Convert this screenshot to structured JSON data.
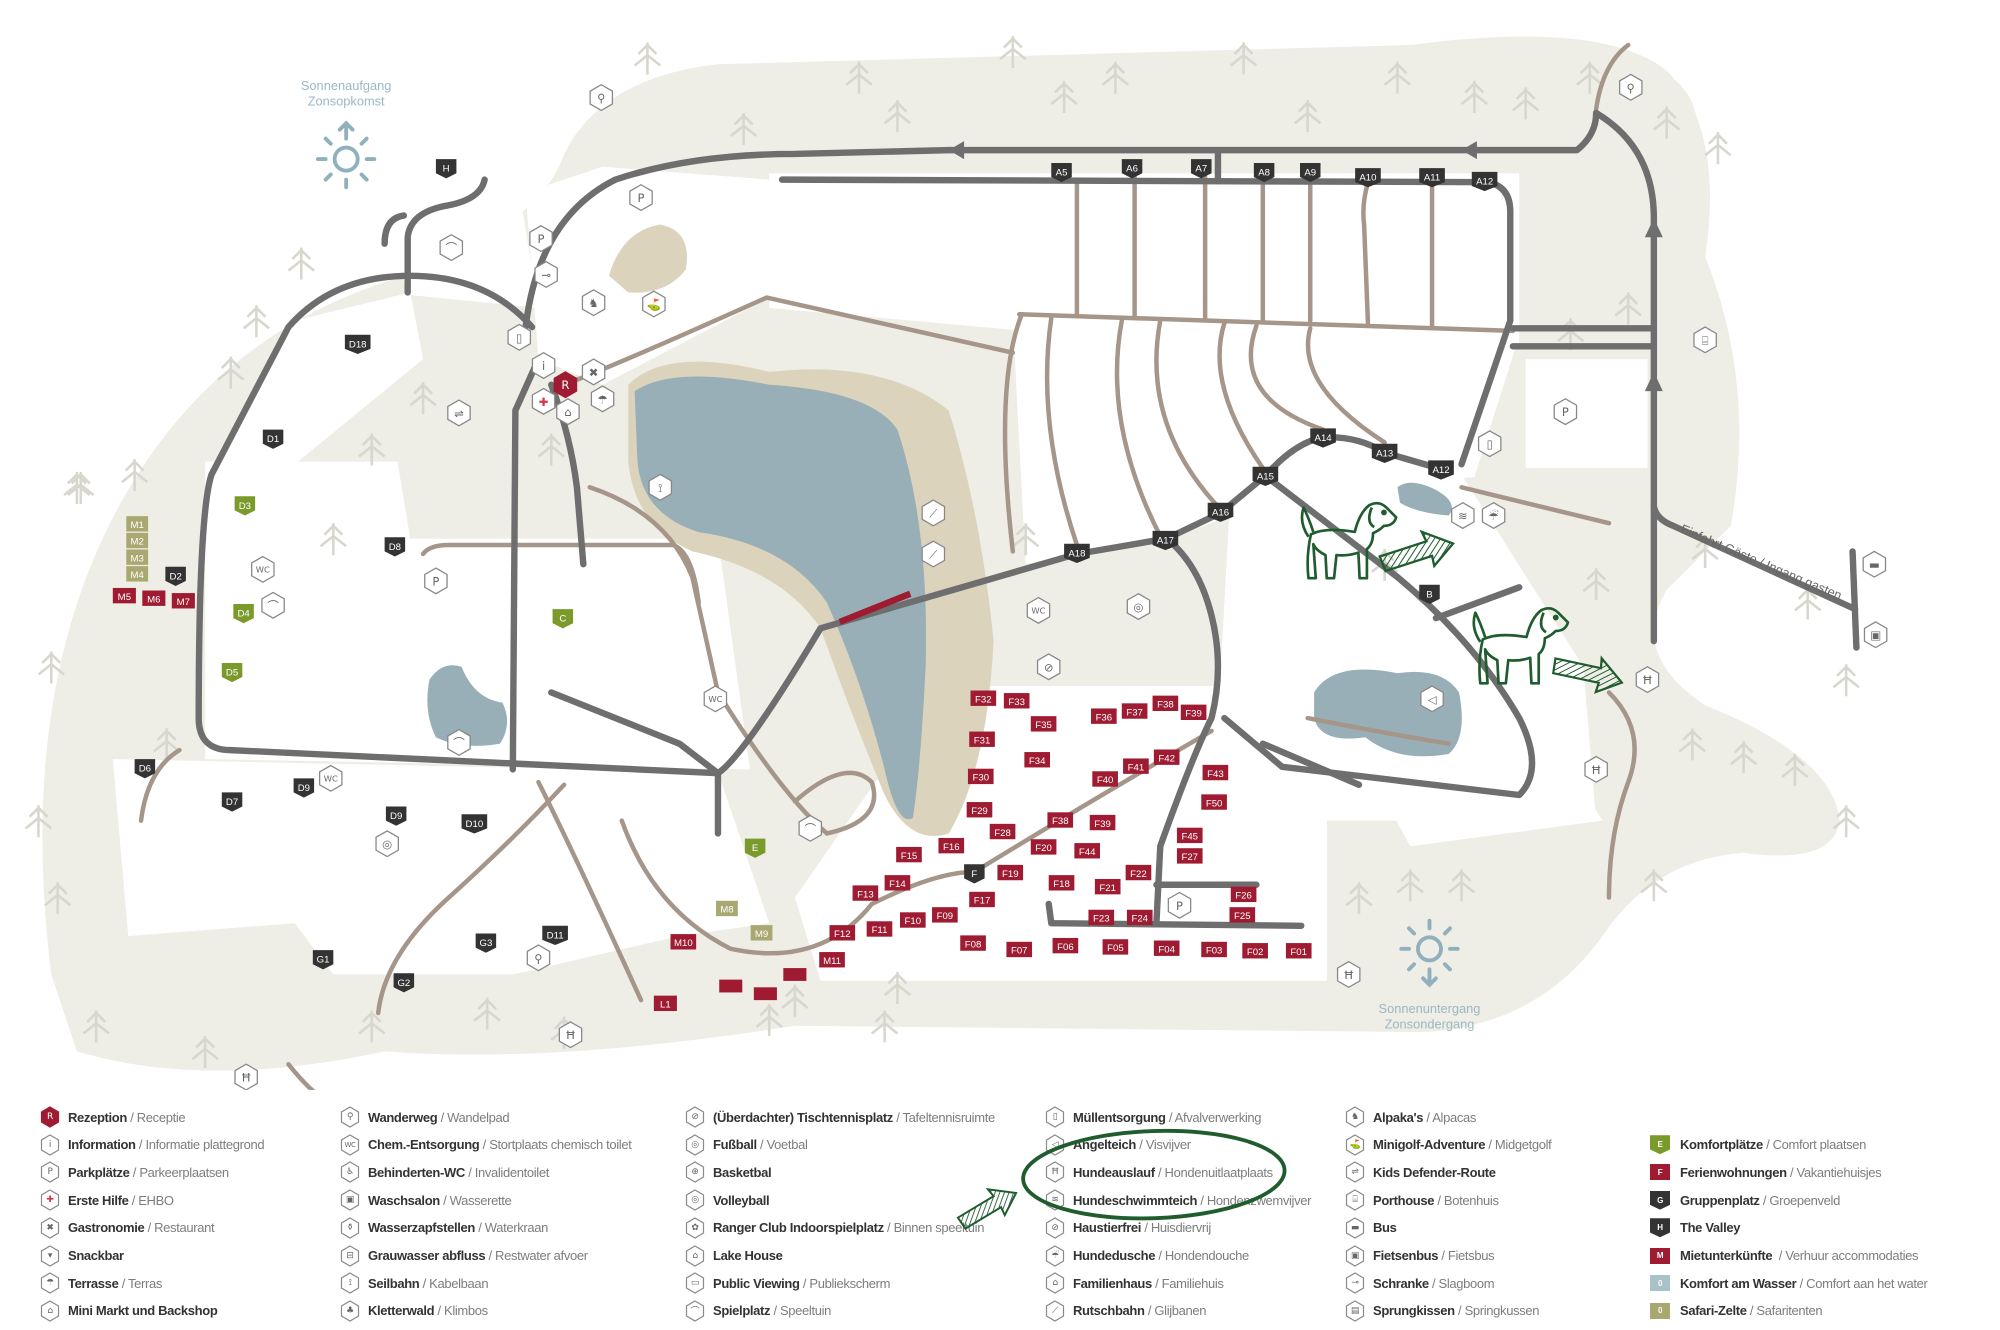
{
  "map": {
    "sunrise": {
      "line1": "Sonnenaufgang",
      "line2": "Zonsopkomst"
    },
    "sunset": {
      "line1": "Sonnenuntergang",
      "line2": "Zonsondergang"
    },
    "entrance_label": "Einfahrt Gäste / Ingang gasten",
    "colors": {
      "forest": "#eeede6",
      "road": "#6e6e6e",
      "path": "#a69589",
      "water": "#98afb7",
      "sand": "#dcd3bd",
      "section": "#333333",
      "rental": "#9e1b32",
      "comfort": "#7b9a2c",
      "safari": "#a9a870",
      "annotation": "#1f5c2e"
    },
    "markers": [
      {
        "label": "A5",
        "type": "section"
      },
      {
        "label": "A6",
        "type": "section"
      },
      {
        "label": "A7",
        "type": "section"
      },
      {
        "label": "A8",
        "type": "section"
      },
      {
        "label": "A9",
        "type": "section"
      },
      {
        "label": "A10",
        "type": "section"
      },
      {
        "label": "A11",
        "type": "section"
      },
      {
        "label": "A12",
        "type": "section"
      },
      {
        "label": "A14",
        "type": "section"
      },
      {
        "label": "A13",
        "type": "section"
      },
      {
        "label": "A12",
        "type": "section"
      },
      {
        "label": "A15",
        "type": "section"
      },
      {
        "label": "A16",
        "type": "section"
      },
      {
        "label": "A17",
        "type": "section"
      },
      {
        "label": "A18",
        "type": "section"
      },
      {
        "label": "B",
        "type": "section"
      },
      {
        "label": "H",
        "type": "section"
      },
      {
        "label": "D18",
        "type": "section"
      },
      {
        "label": "D1",
        "type": "section"
      },
      {
        "label": "D8",
        "type": "section"
      },
      {
        "label": "D2",
        "type": "section"
      },
      {
        "label": "D6",
        "type": "section"
      },
      {
        "label": "D7",
        "type": "section"
      },
      {
        "label": "D9",
        "type": "section"
      },
      {
        "label": "D9",
        "type": "section"
      },
      {
        "label": "D10",
        "type": "section"
      },
      {
        "label": "G1",
        "type": "section"
      },
      {
        "label": "G3",
        "type": "section"
      },
      {
        "label": "D11",
        "type": "section"
      },
      {
        "label": "G2",
        "type": "section"
      },
      {
        "label": "F",
        "type": "section"
      },
      {
        "label": "D3",
        "type": "comfort"
      },
      {
        "label": "D4",
        "type": "comfort"
      },
      {
        "label": "D5",
        "type": "comfort"
      },
      {
        "label": "C",
        "type": "comfort"
      },
      {
        "label": "E",
        "type": "comfort"
      },
      {
        "label": "M1",
        "type": "safari"
      },
      {
        "label": "M2",
        "type": "safari"
      },
      {
        "label": "M3",
        "type": "safari"
      },
      {
        "label": "M4",
        "type": "safari"
      },
      {
        "label": "M8",
        "type": "safari"
      },
      {
        "label": "M9",
        "type": "safari"
      },
      {
        "label": "M5",
        "type": "rental"
      },
      {
        "label": "M6",
        "type": "rental"
      },
      {
        "label": "M7",
        "type": "rental"
      },
      {
        "label": "M10",
        "type": "rental"
      },
      {
        "label": "M11",
        "type": "rental"
      },
      {
        "label": "L1",
        "type": "rental"
      },
      {
        "label": "F32",
        "type": "rental"
      },
      {
        "label": "F33",
        "type": "rental"
      },
      {
        "label": "F35",
        "type": "rental"
      },
      {
        "label": "F36",
        "type": "rental"
      },
      {
        "label": "F37",
        "type": "rental"
      },
      {
        "label": "F38",
        "type": "rental"
      },
      {
        "label": "F39",
        "type": "rental"
      },
      {
        "label": "F31",
        "type": "rental"
      },
      {
        "label": "F34",
        "type": "rental"
      },
      {
        "label": "F42",
        "type": "rental"
      },
      {
        "label": "F41",
        "type": "rental"
      },
      {
        "label": "F40",
        "type": "rental"
      },
      {
        "label": "F43",
        "type": "rental"
      },
      {
        "label": "F30",
        "type": "rental"
      },
      {
        "label": "F50",
        "type": "rental"
      },
      {
        "label": "F29",
        "type": "rental"
      },
      {
        "label": "F38",
        "type": "rental"
      },
      {
        "label": "F39",
        "type": "rental"
      },
      {
        "label": "F28",
        "type": "rental"
      },
      {
        "label": "F45",
        "type": "rental"
      },
      {
        "label": "F16",
        "type": "rental"
      },
      {
        "label": "F20",
        "type": "rental"
      },
      {
        "label": "F44",
        "type": "rental"
      },
      {
        "label": "F27",
        "type": "rental"
      },
      {
        "label": "F15",
        "type": "rental"
      },
      {
        "label": "F19",
        "type": "rental"
      },
      {
        "label": "F22",
        "type": "rental"
      },
      {
        "label": "F18",
        "type": "rental"
      },
      {
        "label": "F21",
        "type": "rental"
      },
      {
        "label": "F26",
        "type": "rental"
      },
      {
        "label": "F14",
        "type": "rental"
      },
      {
        "label": "F13",
        "type": "rental"
      },
      {
        "label": "F17",
        "type": "rental"
      },
      {
        "label": "F25",
        "type": "rental"
      },
      {
        "label": "F23",
        "type": "rental"
      },
      {
        "label": "F24",
        "type": "rental"
      },
      {
        "label": "F12",
        "type": "rental"
      },
      {
        "label": "F11",
        "type": "rental"
      },
      {
        "label": "F10",
        "type": "rental"
      },
      {
        "label": "F09",
        "type": "rental"
      },
      {
        "label": "F08",
        "type": "rental"
      },
      {
        "label": "F07",
        "type": "rental"
      },
      {
        "label": "F06",
        "type": "rental"
      },
      {
        "label": "F05",
        "type": "rental"
      },
      {
        "label": "F04",
        "type": "rental"
      },
      {
        "label": "F03",
        "type": "rental"
      },
      {
        "label": "F02",
        "type": "rental"
      },
      {
        "label": "F01",
        "type": "rental"
      }
    ],
    "map_icons": [
      {
        "icon": "parking-icon",
        "glyph": "P"
      },
      {
        "icon": "parking-icon",
        "glyph": "P"
      },
      {
        "icon": "parking-icon",
        "glyph": "P"
      },
      {
        "icon": "parking-icon",
        "glyph": "P"
      },
      {
        "icon": "parking-icon",
        "glyph": "P"
      },
      {
        "icon": "information-icon",
        "glyph": "i"
      },
      {
        "icon": "reception-icon",
        "glyph": "R"
      },
      {
        "icon": "first-aid-icon",
        "glyph": "✚"
      },
      {
        "icon": "wc-icon",
        "glyph": "WC"
      },
      {
        "icon": "wc-icon",
        "glyph": "WC"
      },
      {
        "icon": "wc-icon",
        "glyph": "WC"
      },
      {
        "icon": "wc-icon",
        "glyph": "WC"
      },
      {
        "icon": "hiking-icon",
        "glyph": "⚲"
      },
      {
        "icon": "hiking-icon",
        "glyph": "⚲"
      },
      {
        "icon": "hiking-icon",
        "glyph": "⚲"
      },
      {
        "icon": "restaurant-icon",
        "glyph": "✖"
      },
      {
        "icon": "mini-market-icon",
        "glyph": "⌂"
      },
      {
        "icon": "terrace-icon",
        "glyph": "☂"
      },
      {
        "icon": "playground-icon",
        "glyph": "⌒"
      },
      {
        "icon": "playground-icon",
        "glyph": "⌒"
      },
      {
        "icon": "playground-icon",
        "glyph": "⌒"
      },
      {
        "icon": "playground-icon",
        "glyph": "⌒"
      },
      {
        "icon": "minigolf-icon",
        "glyph": "⛳"
      },
      {
        "icon": "alpaca-icon",
        "glyph": "♞"
      },
      {
        "icon": "barrier-icon",
        "glyph": "⊸"
      },
      {
        "icon": "waste-icon",
        "glyph": "▯"
      },
      {
        "icon": "waste-icon",
        "glyph": "▯"
      },
      {
        "icon": "slide-icon",
        "glyph": "⟋"
      },
      {
        "icon": "slide-icon",
        "glyph": "⟋"
      },
      {
        "icon": "dog-run-icon",
        "glyph": "Ħ"
      },
      {
        "icon": "dog-run-icon",
        "glyph": "Ħ"
      },
      {
        "icon": "dog-run-icon",
        "glyph": "Ħ"
      },
      {
        "icon": "dog-run-icon",
        "glyph": "Ħ"
      },
      {
        "icon": "dog-run-icon",
        "glyph": "Ħ"
      },
      {
        "icon": "dog-pond-icon",
        "glyph": "≋"
      },
      {
        "icon": "dog-shower-icon",
        "glyph": "☔"
      },
      {
        "icon": "fish-pond-icon",
        "glyph": "◁"
      },
      {
        "icon": "bus-icon",
        "glyph": "▬"
      },
      {
        "icon": "bike-bus-icon",
        "glyph": "▣"
      },
      {
        "icon": "volleyball-icon",
        "glyph": "◎"
      },
      {
        "icon": "football-icon",
        "glyph": "◎"
      },
      {
        "icon": "cable-car-icon",
        "glyph": "⟟"
      },
      {
        "icon": "table-tennis-icon",
        "glyph": "⊘"
      },
      {
        "icon": "kids-route-icon",
        "glyph": "⇌"
      },
      {
        "icon": "porthouse-icon",
        "glyph": "⌸"
      }
    ]
  },
  "legend": {
    "columns": [
      {
        "items": [
          {
            "icon": "reception-icon",
            "glyph": "R",
            "bold": "Rezeption",
            "normal": " / Receptie"
          },
          {
            "icon": "information-icon",
            "glyph": "i",
            "bold": "Information",
            "normal": " / Informatie plattegrond"
          },
          {
            "icon": "parking-icon",
            "glyph": "P",
            "bold": "Parkplätze",
            "normal": " / Parkeerplaatsen"
          },
          {
            "icon": "first-aid-icon",
            "glyph": "✚",
            "bold": "Erste Hilfe",
            "normal": " / EHBO"
          },
          {
            "icon": "restaurant-icon",
            "glyph": "✖",
            "bold": "Gastronomie",
            "normal": " / Restaurant"
          },
          {
            "icon": "snackbar-icon",
            "glyph": "▾",
            "bold": "Snackbar",
            "normal": ""
          },
          {
            "icon": "terrace-icon",
            "glyph": "☂",
            "bold": "Terrasse",
            "normal": " / Terras"
          },
          {
            "icon": "mini-market-icon",
            "glyph": "⌂",
            "bold": "Mini Markt und Backshop",
            "normal": ""
          }
        ]
      },
      {
        "items": [
          {
            "icon": "hiking-icon",
            "glyph": "⚲",
            "bold": "Wanderweg",
            "normal": " / Wandelpad"
          },
          {
            "icon": "chemical-disposal-icon",
            "glyph": "WC",
            "bold": "Chem.-Entsorgung",
            "normal": " / Stortplaats chemisch toilet"
          },
          {
            "icon": "accessible-wc-icon",
            "glyph": "♿",
            "bold": "Behinderten-WC",
            "normal": " / Invalidentoilet"
          },
          {
            "icon": "laundry-icon",
            "glyph": "▣",
            "bold": "Waschsalon",
            "normal": " / Wasserette"
          },
          {
            "icon": "water-tap-icon",
            "glyph": "⚱",
            "bold": "Wasserzapfstellen",
            "normal": " / Waterkraan"
          },
          {
            "icon": "grey-water-icon",
            "glyph": "⊟",
            "bold": "Grauwasser abfluss",
            "normal": " / Restwater afvoer"
          },
          {
            "icon": "cable-car-icon",
            "glyph": "⟟",
            "bold": "Seilbahn",
            "normal": " / Kabelbaan"
          },
          {
            "icon": "climbing-forest-icon",
            "glyph": "♣",
            "bold": "Kletterwald",
            "normal": " / Klimbos"
          }
        ]
      },
      {
        "items": [
          {
            "icon": "table-tennis-icon",
            "glyph": "⊘",
            "bold": "(Überdachter) Tischtennisplatz",
            "normal": " / Tafeltennisruimte"
          },
          {
            "icon": "football-icon",
            "glyph": "◎",
            "bold": "Fußball",
            "normal": " / Voetbal"
          },
          {
            "icon": "basketball-icon",
            "glyph": "⊕",
            "bold": "Basketbal",
            "normal": ""
          },
          {
            "icon": "volleyball-icon",
            "glyph": "◎",
            "bold": "Volleyball",
            "normal": ""
          },
          {
            "icon": "indoor-playground-icon",
            "glyph": "✿",
            "bold": "Ranger Club Indoorspielplatz",
            "normal": " / Binnen speeltuin"
          },
          {
            "icon": "lake-house-icon",
            "glyph": "⌂",
            "bold": "Lake House",
            "normal": ""
          },
          {
            "icon": "public-viewing-icon",
            "glyph": "▭",
            "bold": "Public Viewing",
            "normal": " / Publiekscherm"
          },
          {
            "icon": "playground-icon",
            "glyph": "⌒",
            "bold": "Spielplatz",
            "normal": " / Speeltuin"
          }
        ]
      },
      {
        "items": [
          {
            "icon": "waste-icon",
            "glyph": "▯",
            "bold": "Müllentsorgung",
            "normal": " / Afvalverwerking"
          },
          {
            "icon": "fish-pond-icon",
            "glyph": "◁",
            "bold": "Angelteich",
            "normal": " / Visvijver"
          },
          {
            "icon": "dog-run-icon",
            "glyph": "Ħ",
            "bold": "Hundeauslauf",
            "normal": " / Hondenuitlaatplaats"
          },
          {
            "icon": "dog-pond-icon",
            "glyph": "≋",
            "bold": "Hundeschwimmteich",
            "normal": " / Hondenzwemvijver"
          },
          {
            "icon": "no-pets-icon",
            "glyph": "⊘",
            "bold": "Haustierfrei",
            "normal": " / Huisdiervrij"
          },
          {
            "icon": "dog-shower-icon",
            "glyph": "☔",
            "bold": "Hundedusche",
            "normal": " / Hondendouche"
          },
          {
            "icon": "family-house-icon",
            "glyph": "⌂",
            "bold": "Familienhaus",
            "normal": " / Familiehuis"
          },
          {
            "icon": "slide-icon",
            "glyph": "⟋",
            "bold": "Rutschbahn",
            "normal": " / Glijbanen"
          }
        ]
      },
      {
        "items": [
          {
            "icon": "alpaca-icon",
            "glyph": "♞",
            "bold": "Alpaka's",
            "normal": " / Alpacas"
          },
          {
            "icon": "minigolf-icon",
            "glyph": "⛳",
            "bold": "Minigolf-Adventure",
            "normal": " / Midgetgolf"
          },
          {
            "icon": "kids-route-icon",
            "glyph": "⇌",
            "bold": "Kids Defender-Route",
            "normal": ""
          },
          {
            "icon": "porthouse-icon",
            "glyph": "⌸",
            "bold": "Porthouse",
            "normal": " / Botenhuis"
          },
          {
            "icon": "bus-icon",
            "glyph": "▬",
            "bold": "Bus",
            "normal": ""
          },
          {
            "icon": "bike-bus-icon",
            "glyph": "▣",
            "bold": "Fietsenbus",
            "normal": " / Fietsbus"
          },
          {
            "icon": "barrier-icon",
            "glyph": "⊸",
            "bold": "Schranke",
            "normal": " / Slagboom"
          },
          {
            "icon": "bouncy-cushion-icon",
            "glyph": "▤",
            "bold": "Sprungkissen",
            "normal": " / Springkussen"
          }
        ]
      },
      {
        "items": [
          {
            "badge": "E",
            "color": "#7b9a2c",
            "shape": "shield",
            "bold": "Komfortplätze",
            "normal": " / Comfort plaatsen"
          },
          {
            "badge": "F",
            "color": "#9e1b32",
            "shape": "square",
            "bold": "Ferienwohnungen",
            "normal": " / Vakantiehuisjes"
          },
          {
            "badge": "G",
            "color": "#333333",
            "shape": "shield",
            "bold": "Gruppenplatz",
            "normal": " / Groepenveld"
          },
          {
            "badge": "H",
            "color": "#333333",
            "shape": "shield",
            "bold": "The Valley",
            "normal": ""
          },
          {
            "badge": "M",
            "color": "#9e1b32",
            "shape": "square",
            "bold": "Mietunterkünfte",
            "normal": "  / Verhuur accommodaties"
          },
          {
            "badge": "0",
            "color": "#a9c1c8",
            "shape": "square",
            "bold": "Komfort am Wasser",
            "normal": " / Comfort aan het water"
          },
          {
            "badge": "0",
            "color": "#a9a870",
            "shape": "square",
            "bold": "Safari-Zelte",
            "normal": " / Safaritenten"
          }
        ]
      }
    ]
  }
}
